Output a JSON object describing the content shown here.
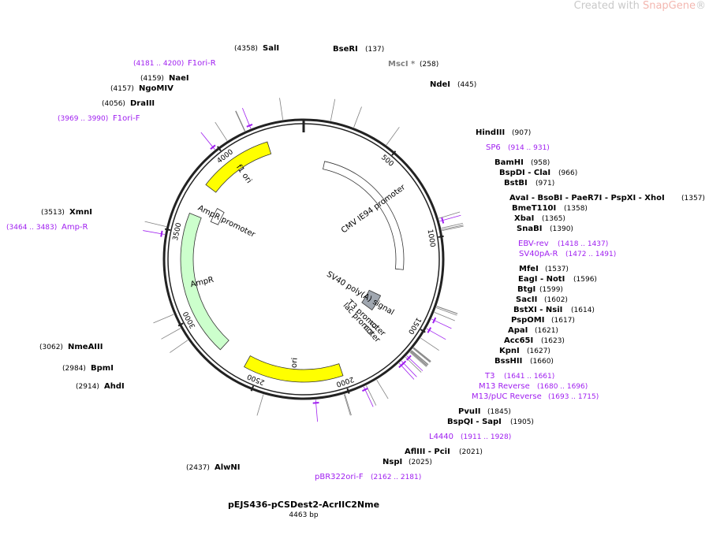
{
  "watermark": {
    "prefix": "Created with ",
    "brand": "SnapGene",
    "reg": "®"
  },
  "plasmid": {
    "name": "pEJS436-pCSDest2-AcrIIC2Nme",
    "size": "4463 bp",
    "length": 4463
  },
  "ticks": [
    "500",
    "1000",
    "1500",
    "2000",
    "2500",
    "3000",
    "3500",
    "4000"
  ],
  "sites": [
    {
      "name": "SalI",
      "pos": "(4358)",
      "bp": 4358
    },
    {
      "name": "BseRI",
      "pos": "(137)",
      "bp": 137
    },
    {
      "name": "MscI *",
      "pos": "(258)",
      "bp": 258,
      "muted": true
    },
    {
      "name": "NdeI",
      "pos": "(445)",
      "bp": 445
    },
    {
      "name": "NaeI",
      "pos": "(4159)",
      "bp": 4159
    },
    {
      "name": "NgoMIV",
      "pos": "(4157)",
      "bp": 4157
    },
    {
      "name": "DraIII",
      "pos": "(4056)",
      "bp": 4056
    },
    {
      "name": "HindIII",
      "pos": "(907)",
      "bp": 907
    },
    {
      "name": "BamHI",
      "pos": "(958)",
      "bp": 958
    },
    {
      "name": "BspDI - ClaI",
      "pos": "(966)",
      "bp": 966
    },
    {
      "name": "BstBI",
      "pos": "(971)",
      "bp": 971
    },
    {
      "name": "AvaI - BsoBI - PaeR7I - PspXI - XhoI",
      "pos": "(1357)",
      "bp": 1357
    },
    {
      "name": "BmeT110I",
      "pos": "(1358)",
      "bp": 1358
    },
    {
      "name": "XbaI",
      "pos": "(1365)",
      "bp": 1365
    },
    {
      "name": "SnaBI",
      "pos": "(1390)",
      "bp": 1390
    },
    {
      "name": "MfeI",
      "pos": "(1537)",
      "bp": 1537
    },
    {
      "name": "EagI - NotI",
      "pos": "(1596)",
      "bp": 1596
    },
    {
      "name": "BtgI",
      "pos": "(1599)",
      "bp": 1599
    },
    {
      "name": "SacII",
      "pos": "(1602)",
      "bp": 1602
    },
    {
      "name": "BstXI - NsiI",
      "pos": "(1614)",
      "bp": 1614
    },
    {
      "name": "PspOMI",
      "pos": "(1617)",
      "bp": 1617
    },
    {
      "name": "ApaI",
      "pos": "(1621)",
      "bp": 1621
    },
    {
      "name": "Acc65I",
      "pos": "(1623)",
      "bp": 1623
    },
    {
      "name": "KpnI",
      "pos": "(1627)",
      "bp": 1627
    },
    {
      "name": "BssHII",
      "pos": "(1660)",
      "bp": 1660
    },
    {
      "name": "PvuII",
      "pos": "(1845)",
      "bp": 1845
    },
    {
      "name": "BspQI - SapI",
      "pos": "(1905)",
      "bp": 1905
    },
    {
      "name": "AflIII - PciI",
      "pos": "(2021)",
      "bp": 2021
    },
    {
      "name": "NspI",
      "pos": "(2025)",
      "bp": 2025
    },
    {
      "name": "AlwNI",
      "pos": "(2437)",
      "bp": 2437
    },
    {
      "name": "AhdI",
      "pos": "(2914)",
      "bp": 2914
    },
    {
      "name": "BpmI",
      "pos": "(2984)",
      "bp": 2984
    },
    {
      "name": "NmeAIII",
      "pos": "(3062)",
      "bp": 3062
    },
    {
      "name": "XmnI",
      "pos": "(3513)",
      "bp": 3513
    }
  ],
  "primers": [
    {
      "name": "F1ori-R",
      "pos": "(4181 .. 4200)",
      "bp": 4190
    },
    {
      "name": "F1ori-F",
      "pos": "(3969 .. 3990)",
      "bp": 3980
    },
    {
      "name": "SP6",
      "pos": "(914 .. 931)",
      "bp": 922
    },
    {
      "name": "EBV-rev",
      "pos": "(1418 .. 1437)",
      "bp": 1427
    },
    {
      "name": "SV40pA-R",
      "pos": "(1472 .. 1491)",
      "bp": 1481
    },
    {
      "name": "T3",
      "pos": "(1641 .. 1661)",
      "bp": 1651
    },
    {
      "name": "M13 Reverse",
      "pos": "(1680 .. 1696)",
      "bp": 1688
    },
    {
      "name": "M13/pUC Reverse",
      "pos": "(1693 .. 1715)",
      "bp": 1704
    },
    {
      "name": "L4440",
      "pos": "(1911 .. 1928)",
      "bp": 1919
    },
    {
      "name": "pBR322ori-F",
      "pos": "(2162 .. 2181)",
      "bp": 2171
    },
    {
      "name": "Amp-R",
      "pos": "(3464 .. 3483)",
      "bp": 3473
    }
  ],
  "features": [
    {
      "name": "CMV IE94 promoter",
      "start": 150,
      "end": 1190,
      "color": "#ffffff",
      "kind": "promoter"
    },
    {
      "name": "SV40 poly(A) signal",
      "start": 1430,
      "end": 1570,
      "color": "#a0a7b0",
      "kind": "block"
    },
    {
      "name": "T3 promoter",
      "start": 1640,
      "end": 1662,
      "color": "#ffffff",
      "kind": "promoter"
    },
    {
      "name": "lac promoter",
      "start": 1690,
      "end": 1720,
      "color": "#ffffff",
      "kind": "promoter"
    },
    {
      "name": "ori",
      "start": 2000,
      "end": 2590,
      "color": "#ffff00",
      "kind": "cds"
    },
    {
      "name": "AmpR",
      "start": 2760,
      "end": 3620,
      "color": "#ccffcc",
      "kind": "cds"
    },
    {
      "name": "AmpR promoter",
      "start": 3620,
      "end": 3725,
      "color": "#ffffff",
      "kind": "promoter"
    },
    {
      "name": "f1 ori",
      "start": 3810,
      "end": 4250,
      "color": "#ffff00",
      "kind": "cds"
    }
  ],
  "colors": {
    "backbone": "#222222",
    "primer": "#a020f0",
    "site": "#000000",
    "leader": "#808080"
  }
}
